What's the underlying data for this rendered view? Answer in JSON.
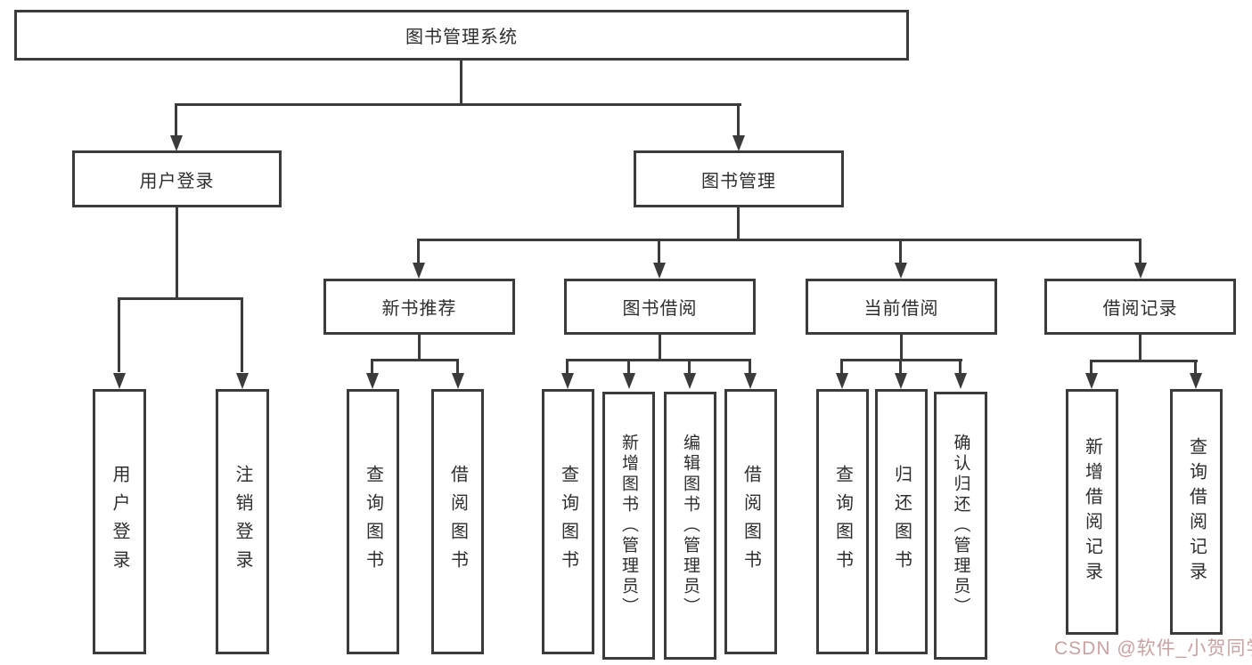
{
  "title": "图书管理系统",
  "watermark": "CSDN @软件_小贺同学",
  "colors": {
    "line": "#3b3b3b",
    "text": "#2e2e2e",
    "watermark": "#c9a2a2"
  },
  "nodes": {
    "root": {
      "label": "图书管理系统"
    },
    "user_login_group": {
      "label": "用户登录"
    },
    "book_mgmt": {
      "label": "图书管理"
    },
    "new_book_rec": {
      "label": "新书推荐"
    },
    "book_borrow": {
      "label": "图书借阅"
    },
    "current_borrow": {
      "label": "当前借阅"
    },
    "borrow_records": {
      "label": "借阅记录"
    },
    "leaf_user_login": {
      "label": "用户登录"
    },
    "leaf_logout": {
      "label": "注销登录"
    },
    "leaf_query_book_1": {
      "label": "查询图书"
    },
    "leaf_borrow_book_1": {
      "label": "借阅图书"
    },
    "leaf_query_book_2": {
      "label": "查询图书"
    },
    "leaf_add_book": {
      "label": "新增图书（管理员）"
    },
    "leaf_edit_book": {
      "label": "编辑图书（管理员）"
    },
    "leaf_borrow_book_2": {
      "label": "借阅图书"
    },
    "leaf_query_book_3": {
      "label": "查询图书"
    },
    "leaf_return_book": {
      "label": "归还图书"
    },
    "leaf_confirm_return": {
      "label": "确认归还（管理员）"
    },
    "leaf_add_record": {
      "label": "新增借阅记录"
    },
    "leaf_query_record": {
      "label": "查询借阅记录"
    }
  },
  "edges": [
    [
      "root",
      "user_login_group"
    ],
    [
      "root",
      "book_mgmt"
    ],
    [
      "user_login_group",
      "leaf_user_login"
    ],
    [
      "user_login_group",
      "leaf_logout"
    ],
    [
      "book_mgmt",
      "new_book_rec"
    ],
    [
      "book_mgmt",
      "book_borrow"
    ],
    [
      "book_mgmt",
      "current_borrow"
    ],
    [
      "book_mgmt",
      "borrow_records"
    ],
    [
      "new_book_rec",
      "leaf_query_book_1"
    ],
    [
      "new_book_rec",
      "leaf_borrow_book_1"
    ],
    [
      "book_borrow",
      "leaf_query_book_2"
    ],
    [
      "book_borrow",
      "leaf_add_book"
    ],
    [
      "book_borrow",
      "leaf_edit_book"
    ],
    [
      "book_borrow",
      "leaf_borrow_book_2"
    ],
    [
      "current_borrow",
      "leaf_query_book_3"
    ],
    [
      "current_borrow",
      "leaf_return_book"
    ],
    [
      "current_borrow",
      "leaf_confirm_return"
    ],
    [
      "borrow_records",
      "leaf_add_record"
    ],
    [
      "borrow_records",
      "leaf_query_record"
    ]
  ]
}
